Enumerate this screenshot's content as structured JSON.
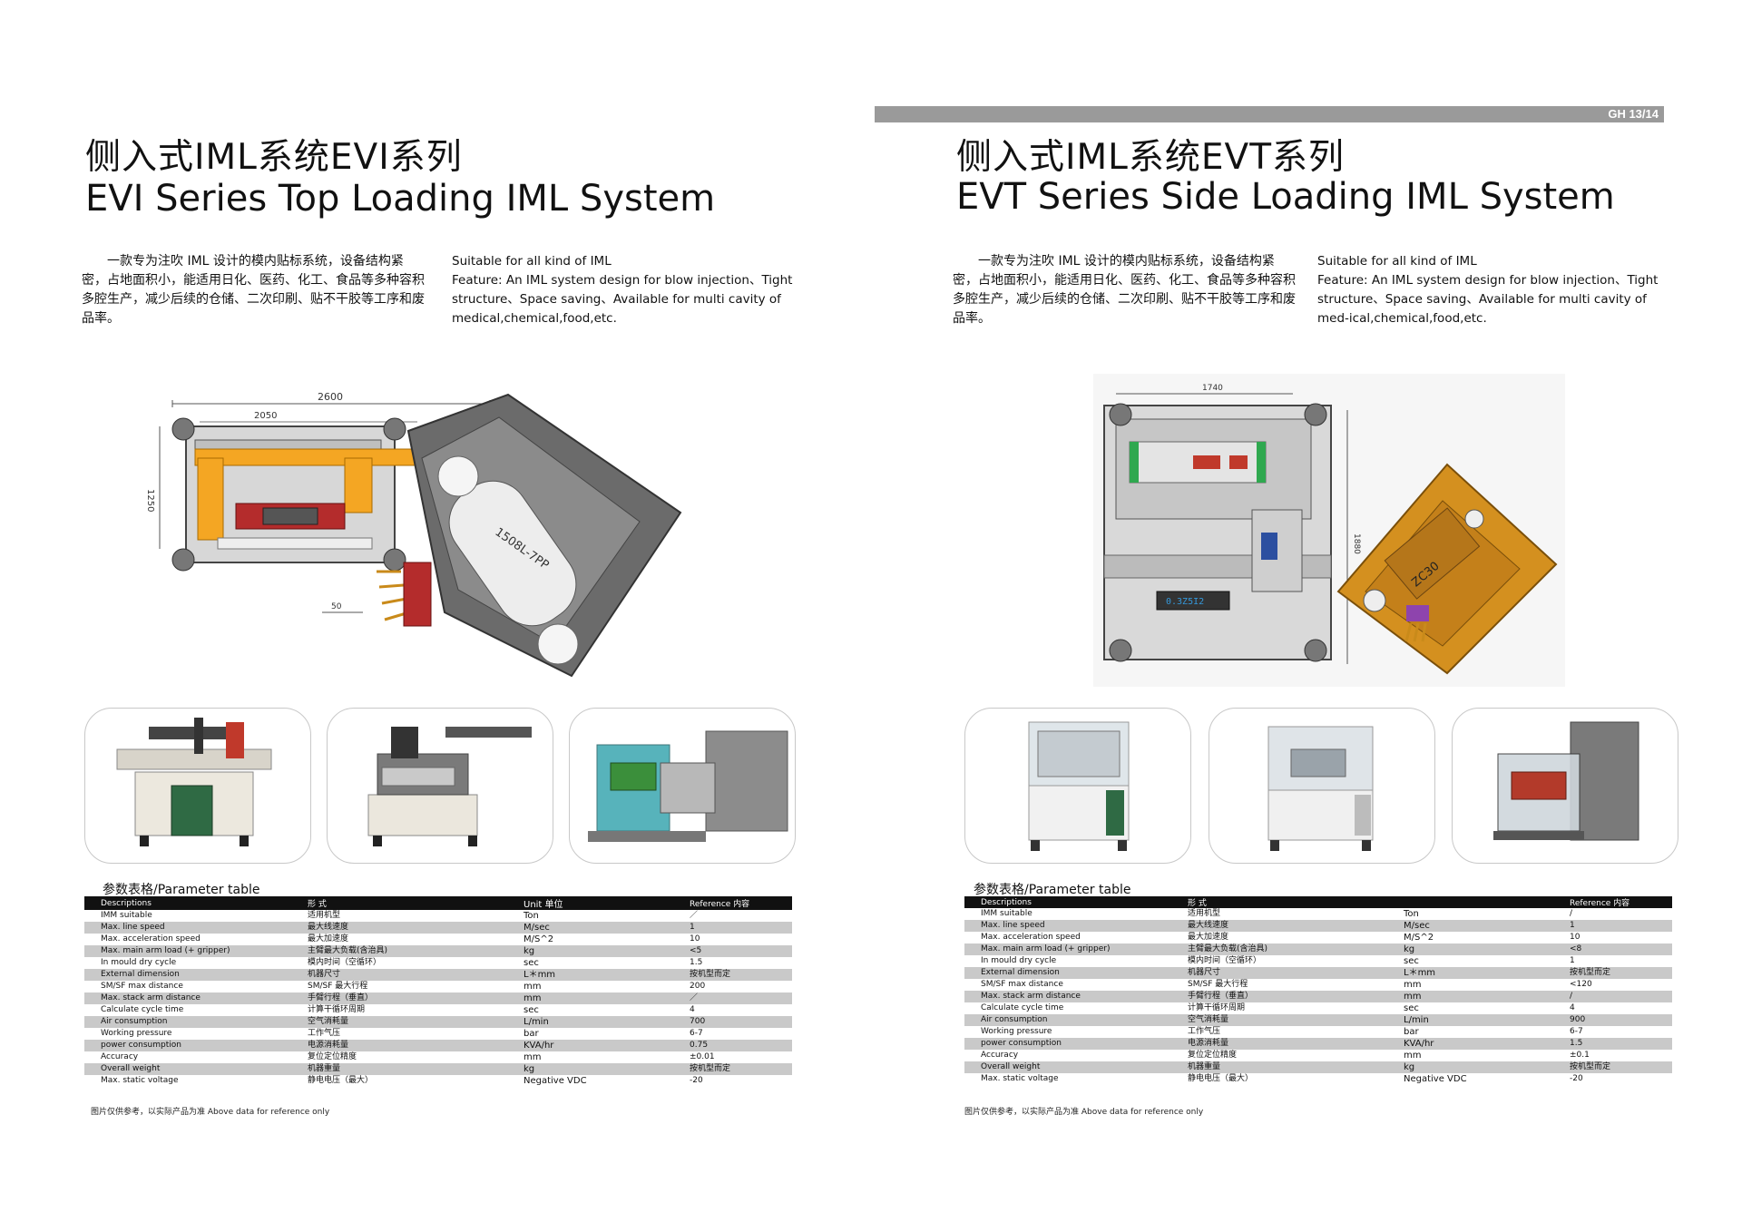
{
  "left": {
    "title_cn": "侧入式IML系统EVI系列",
    "title_en": "EVI Series Top Loading IML System",
    "desc_cn": "一款专为注吹 IML 设计的模内贴标系统，设备结构紧密，占地面积小，能适用日化、医药、化工、食品等多种容积多腔生产，减少后续的仓储、二次印刷、贴不干胶等工序和废品率。",
    "desc_en_line1": "Suitable for all kind of IML",
    "desc_en_line2": "Feature: An IML system design for blow injection、Tight structure、Space saving、Available for multi cavity of medical,chemical,food,etc.",
    "drawing_labels": {
      "top": "2600",
      "inner": "2050",
      "side": "1250",
      "mold": "1508L-7PP",
      "bottom": "50"
    },
    "param_title": "参数表格/Parameter table",
    "headers": [
      "Descriptions",
      "形 式",
      "Unit 单位",
      "Reference 内容"
    ],
    "rows": [
      [
        "IMM suitable",
        "适用机型",
        "Ton",
        "／"
      ],
      [
        "Max. line speed",
        "最大线速度",
        "M/sec",
        "1"
      ],
      [
        "Max. acceleration speed",
        "最大加速度",
        "M/S^2",
        "10"
      ],
      [
        "Max. main arm load (+ gripper)",
        "主臂最大负载(含治具)",
        "kg",
        "<5"
      ],
      [
        "In mould dry cycle",
        "模内时间（空循环）",
        "sec",
        "1.5"
      ],
      [
        "External dimension",
        "机器尺寸",
        "L＊mm",
        "按机型而定"
      ],
      [
        "SM/SF max distance",
        "SM/SF 最大行程",
        "mm",
        "200"
      ],
      [
        "Max. stack arm distance",
        "手臂行程（垂直）",
        "mm",
        "／"
      ],
      [
        "Calculate cycle time",
        "计算干循环周期",
        "sec",
        "4"
      ],
      [
        "Air consumption",
        "空气消耗量",
        "L/min",
        "700"
      ],
      [
        "Working pressure",
        "工作气压",
        "bar",
        "6-7"
      ],
      [
        "power consumption",
        "电源消耗量",
        "KVA/hr",
        "0.75"
      ],
      [
        "Accuracy",
        "复位定位精度",
        "mm",
        "±0.01"
      ],
      [
        "Overall weight",
        "机器重量",
        "kg",
        "按机型而定"
      ],
      [
        "Max. static voltage",
        "静电电压（最大）",
        "Negative VDC",
        "-20"
      ]
    ],
    "note": "图片仅供参考，以实际产品为准  Above data for reference only"
  },
  "right": {
    "page_number": "GH 13/14",
    "title_cn": "侧入式IML系统EVT系列",
    "title_en": "EVT Series Side Loading IML System",
    "desc_cn": "一款专为注吹 IML 设计的模内贴标系统，设备结构紧密，占地面积小，能适用日化、医药、化工、食品等多种容积多腔生产，减少后续的仓储、二次印刷、贴不干胶等工序和废品率。",
    "desc_en_line1": "Suitable for all kind of IML",
    "desc_en_line2": "Feature: An IML system design for blow injection、Tight structure、Space saving、Available for multi cavity of med-ical,chemical,food,etc.",
    "drawing_labels": {
      "top": "1740",
      "side": "1880",
      "display": "0.3Z5I2",
      "mold": "ZC30"
    },
    "param_title": "参数表格/Parameter table",
    "headers": [
      "Descriptions",
      "形 式",
      "",
      "Reference 内容"
    ],
    "rows": [
      [
        "IMM suitable",
        "适用机型",
        "Ton",
        "/"
      ],
      [
        "Max. line speed",
        "最大线速度",
        "M/sec",
        "1"
      ],
      [
        "Max. acceleration speed",
        "最大加速度",
        "M/S^2",
        "10"
      ],
      [
        "Max. main arm load (+ gripper)",
        "主臂最大负载(含治具)",
        "kg",
        "<8"
      ],
      [
        "In mould dry cycle",
        "模内时间（空循环）",
        "sec",
        "1"
      ],
      [
        "External dimension",
        "机器尺寸",
        "L＊mm",
        "按机型而定"
      ],
      [
        "SM/SF max distance",
        "SM/SF 最大行程",
        "mm",
        "<120"
      ],
      [
        "Max. stack arm distance",
        "手臂行程（垂直）",
        "mm",
        "/"
      ],
      [
        "Calculate cycle time",
        "计算干循环周期",
        "sec",
        "4"
      ],
      [
        "Air consumption",
        "空气消耗量",
        "L/min",
        "900"
      ],
      [
        "Working pressure",
        "工作气压",
        "bar",
        "6-7"
      ],
      [
        "power consumption",
        "电源消耗量",
        "KVA/hr",
        "1.5"
      ],
      [
        "Accuracy",
        "复位定位精度",
        "mm",
        "±0.1"
      ],
      [
        "Overall weight",
        "机器重量",
        "kg",
        "按机型而定"
      ],
      [
        "Max. static voltage",
        "静电电压（最大）",
        "Negative VDC",
        "-20"
      ]
    ],
    "note": "图片仅供参考，以实际产品为准  Above data for reference only"
  }
}
